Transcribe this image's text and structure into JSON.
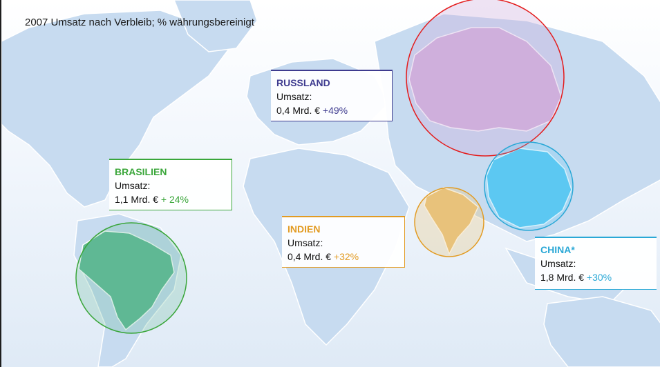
{
  "caption": "2007 Umsatz nach Verbleib; % währungsbereinigt",
  "colors": {
    "russland": "#3e3b8f",
    "brasilien": "#3aa63a",
    "indien": "#e29b22",
    "china": "#2aa8d6",
    "land": "#c9ddf1",
    "ocean": "#eef4fb"
  },
  "regions": {
    "russland": {
      "name": "RUSSLAND",
      "label": "Umsatz:",
      "value": "0,4 Mrd. €",
      "growth": "+49%"
    },
    "brasilien": {
      "name": "BRASILIEN",
      "label": "Umsatz:",
      "value": "1,1 Mrd. €",
      "growth": "+ 24%"
    },
    "indien": {
      "name": "INDIEN",
      "label": "Umsatz:",
      "value": "0,4 Mrd. €",
      "growth": "+32%"
    },
    "china": {
      "name": "CHINA*",
      "label": "Umsatz:",
      "value": "1,8 Mrd. €",
      "growth": "+30%"
    }
  }
}
